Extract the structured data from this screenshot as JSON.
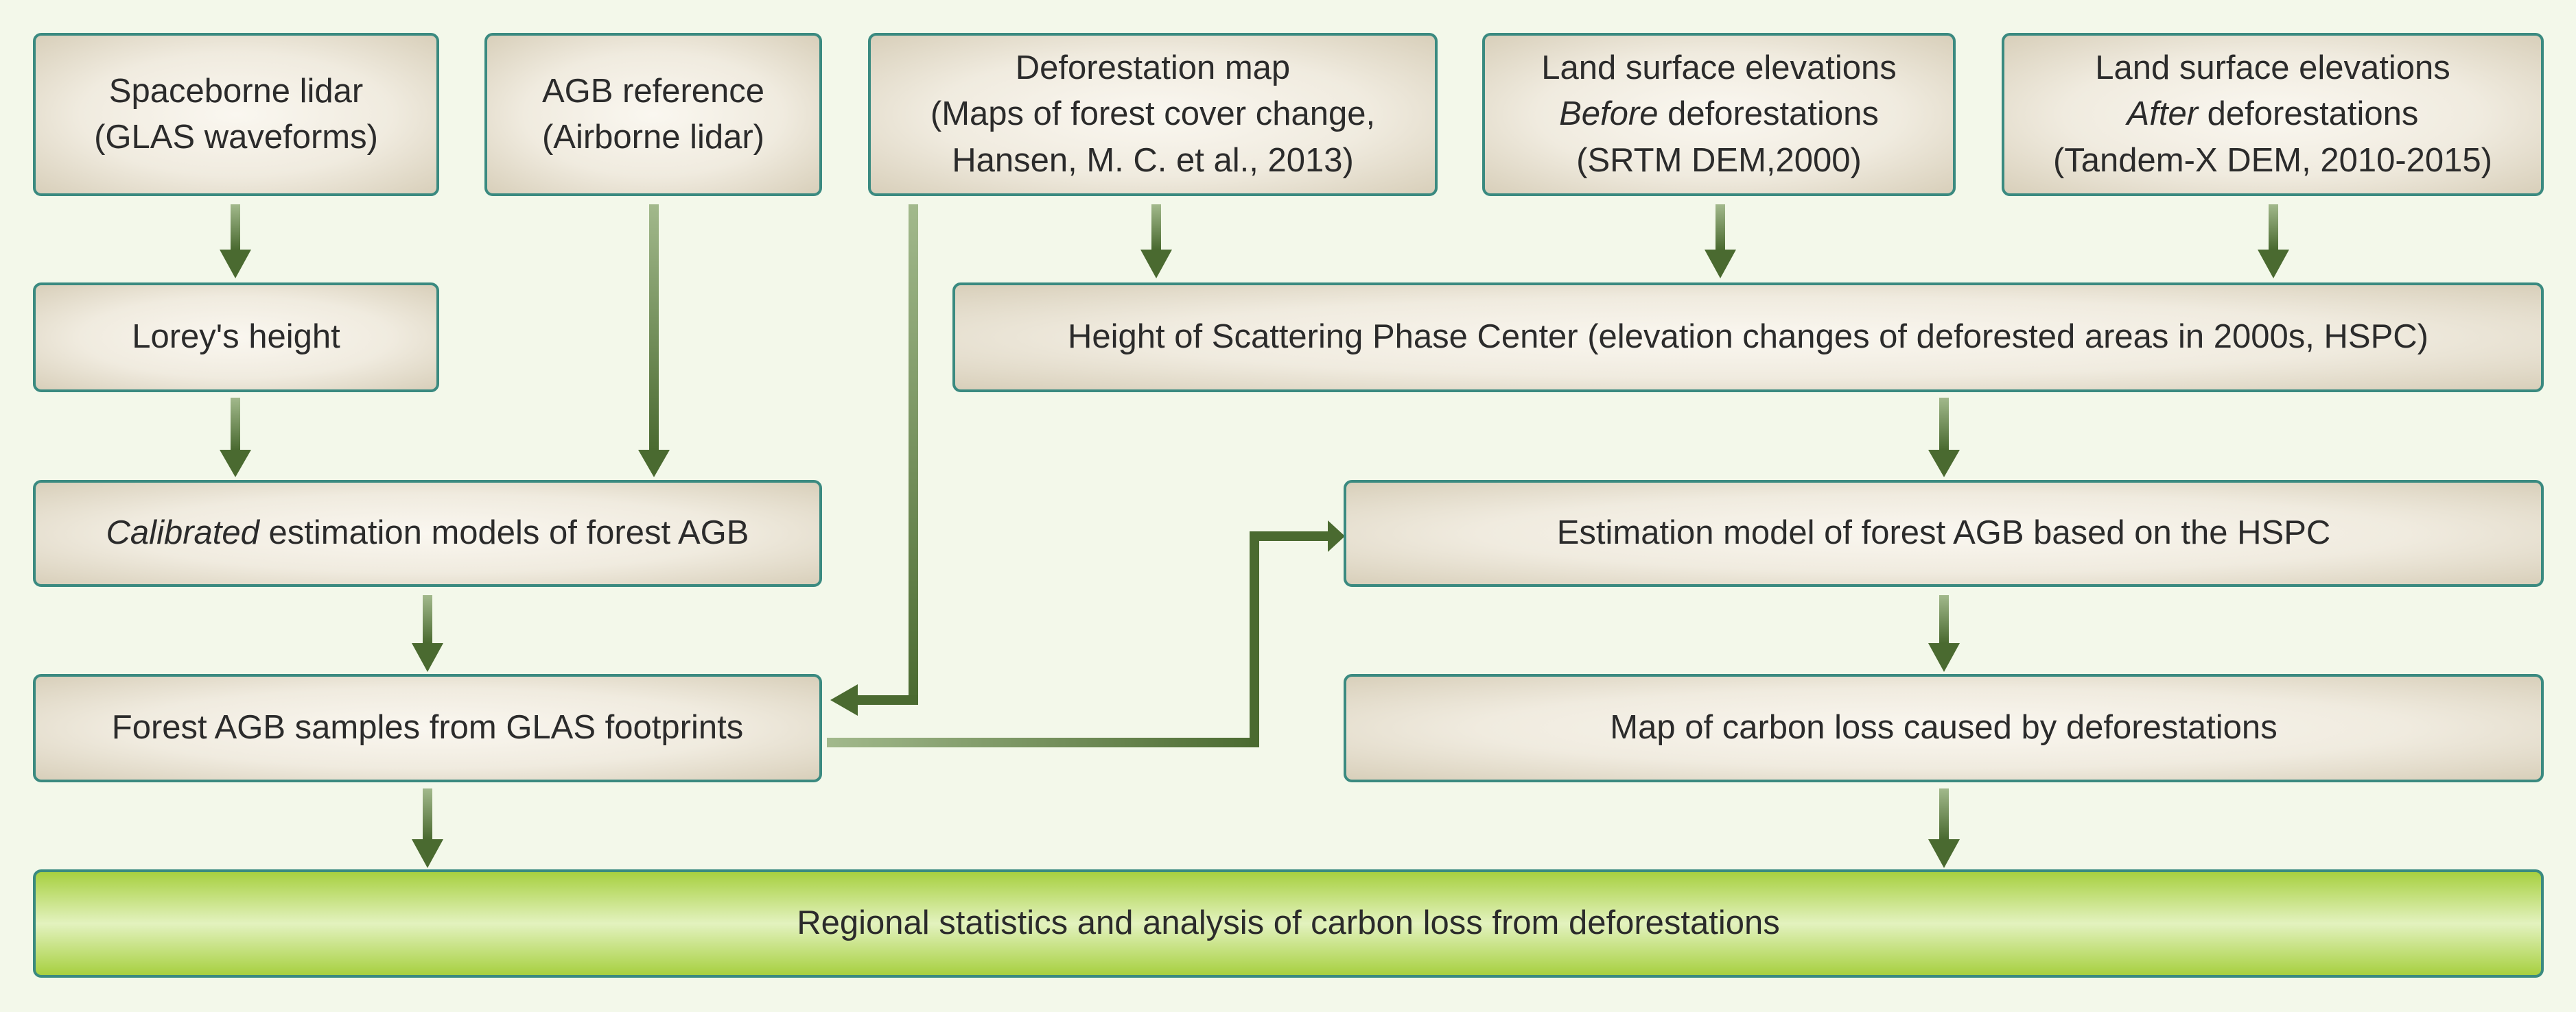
{
  "boxes": {
    "spaceborne_lidar": {
      "line1": "Spaceborne lidar",
      "line2": "(GLAS waveforms)"
    },
    "agb_reference": {
      "line1": "AGB reference",
      "line2": "(Airborne lidar)"
    },
    "deforestation_map": {
      "line1": "Deforestation map",
      "line2": "(Maps of forest cover change,",
      "line3": "Hansen, M. C. et al., 2013)"
    },
    "elev_before": {
      "line1": "Land surface elevations",
      "line2_em": "Before",
      "line2_rest": " deforestations",
      "line3": "(SRTM DEM,2000)"
    },
    "elev_after": {
      "line1": "Land surface elevations",
      "line2_em": "After",
      "line2_rest": " deforestations",
      "line3": "(Tandem-X DEM, 2010-2015)"
    },
    "loreys_height": {
      "label": "Lorey's height"
    },
    "hspc": {
      "label": "Height of Scattering Phase Center (elevation changes of deforested areas in 2000s, HSPC)"
    },
    "calibrated_models": {
      "label_em": "Calibrated",
      "label_rest": " estimation models of forest AGB"
    },
    "hspc_model": {
      "label": "Estimation model of forest AGB based on the HSPC"
    },
    "agb_samples": {
      "label": "Forest AGB samples from GLAS footprints"
    },
    "carbon_loss_map": {
      "label": "Map of carbon loss caused by deforestations"
    },
    "regional_stats": {
      "label": "Regional statistics and analysis of carbon loss from deforestations"
    }
  },
  "colors": {
    "box_border": "#3a8a80",
    "arrow_dark": "#4a6a30",
    "arrow_light": "#a2b98c",
    "final_box": "#a7d040",
    "background": "#f3f8ea"
  }
}
